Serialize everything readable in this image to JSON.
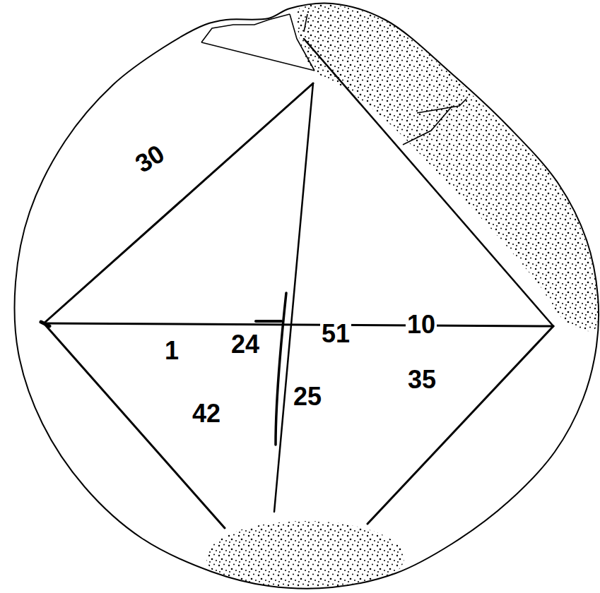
{
  "diagram": {
    "labels": [
      "30",
      "1",
      "24",
      "51",
      "10",
      "42",
      "25",
      "35"
    ]
  }
}
